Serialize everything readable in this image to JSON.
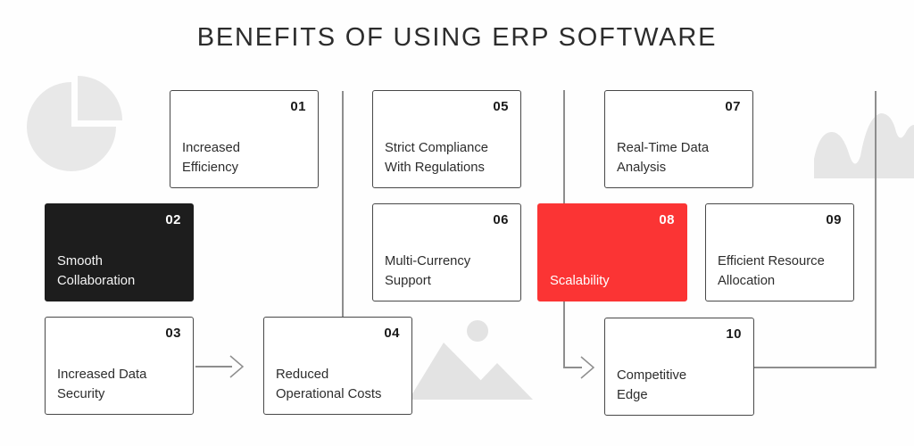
{
  "title": "BENEFITS OF USING ERP SOFTWARE",
  "colors": {
    "background": "#fefefe",
    "accent_red": "#fb3434",
    "dark_card": "#1d1d1d",
    "card_border": "#484848",
    "connector_gray": "#8e8e8e",
    "decoration_gray": "#e6e6e6",
    "text": "#2d2d2d"
  },
  "benefits": [
    {
      "num": "01",
      "label": "Increased\nEfficiency",
      "style": "outline"
    },
    {
      "num": "02",
      "label": "Smooth\nCollaboration",
      "style": "dark"
    },
    {
      "num": "03",
      "label": "Increased Data\nSecurity",
      "style": "outline"
    },
    {
      "num": "04",
      "label": "Reduced\nOperational Costs",
      "style": "outline"
    },
    {
      "num": "05",
      "label": "Strict Compliance\nWith Regulations",
      "style": "outline"
    },
    {
      "num": "06",
      "label": "Multi-Currency\nSupport",
      "style": "outline"
    },
    {
      "num": "07",
      "label": "Real-Time Data\nAnalysis",
      "style": "outline"
    },
    {
      "num": "08",
      "label": "Scalability",
      "style": "red"
    },
    {
      "num": "09",
      "label": "Efficient Resource\nAllocation",
      "style": "outline"
    },
    {
      "num": "10",
      "label": "Competitive\nEdge",
      "style": "outline"
    }
  ],
  "decorations": [
    "pie-chart",
    "mountains-with-sun",
    "area-waves"
  ]
}
